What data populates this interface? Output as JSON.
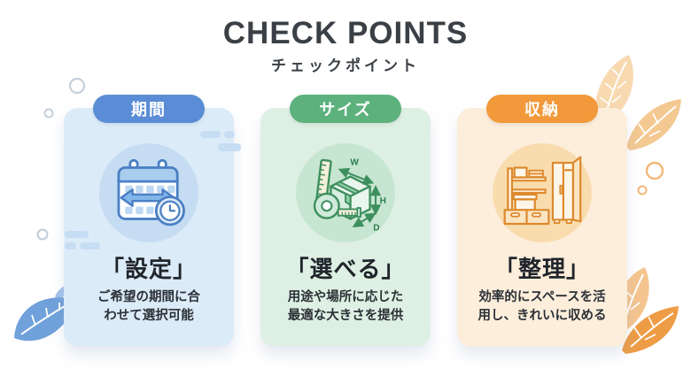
{
  "header": {
    "title": "CHECK POINTS",
    "subtitle": "チェックポイント"
  },
  "cards": [
    {
      "badge": "期間",
      "icon": "calendar-range-clock-icon",
      "heading": "「設定」",
      "description": [
        "ご希望の期間に合",
        "わせて選択可能"
      ],
      "colors": {
        "badge_bg": "#5a8dd5",
        "card_bg": "#dcebf8",
        "icon_circle_bg": "#c5dcf3",
        "icon_stroke": "#4a7fc4"
      }
    },
    {
      "badge": "サイズ",
      "icon": "box-dimensions-measure-icon",
      "heading": "「選べる」",
      "description": [
        "用途や場所に応じた",
        "最適な大きさを提供"
      ],
      "dimension_labels": [
        "W",
        "H",
        "D"
      ],
      "colors": {
        "badge_bg": "#5cb17c",
        "card_bg": "#def0e3",
        "icon_circle_bg": "#c7e6d1",
        "icon_stroke": "#3e8f5e"
      }
    },
    {
      "badge": "収納",
      "icon": "wardrobe-storage-icon",
      "heading": "「整理」",
      "description": [
        "効率的にスペースを活",
        "用し、きれいに収める"
      ],
      "colors": {
        "badge_bg": "#f2993b",
        "card_bg": "#fdeedc",
        "icon_circle_bg": "#f9dcae",
        "icon_stroke": "#dc8a2e"
      }
    }
  ],
  "text_color": "#3a4046",
  "background": "#ffffff"
}
